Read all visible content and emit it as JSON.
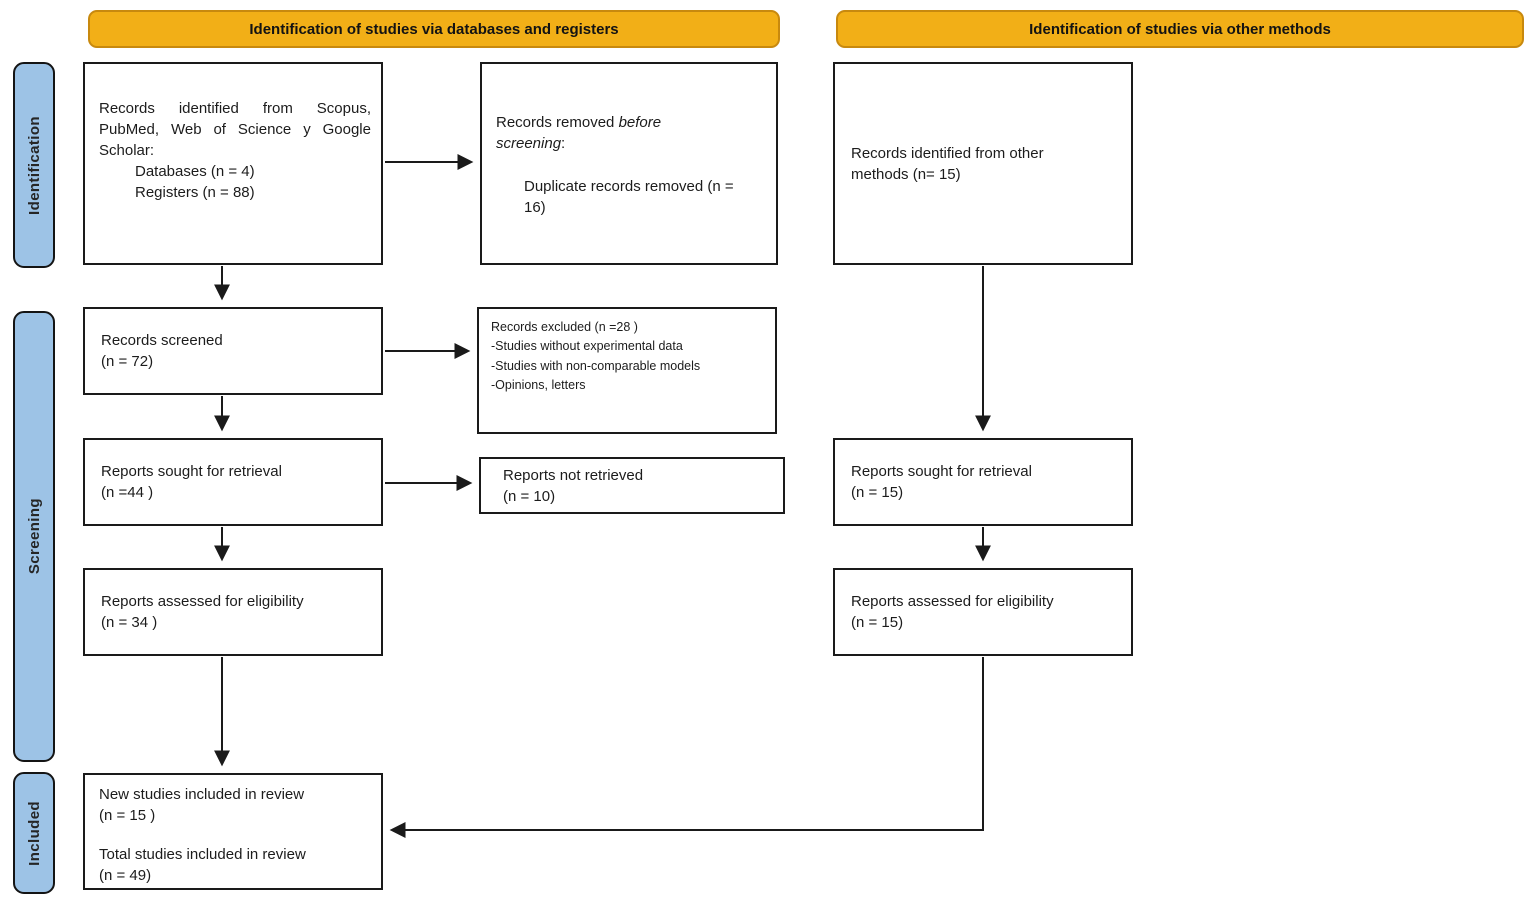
{
  "banners": {
    "left": "Identification of studies via databases and registers",
    "right": "Identification of studies via other methods"
  },
  "stages": {
    "identification": "Identification",
    "screening": "Screening",
    "included": "Included"
  },
  "boxes": {
    "records_identified": {
      "intro": "Records identified from Scopus, PubMed, Web of Science y Google Scholar:",
      "items": [
        "Databases (n = 4)",
        "Registers (n = 88)"
      ]
    },
    "records_removed": {
      "prefix": "Records removed ",
      "italic": "before screening",
      "suffix": ":",
      "detail": "Duplicate records removed  (n = 16)"
    },
    "other_methods": {
      "text": "Records identified from other methods (n= 15)"
    },
    "records_screened": {
      "line1": "Records screened",
      "line2": "(n = 72)"
    },
    "records_excluded": {
      "line1": "Records excluded (n =28 )",
      "items": [
        "-Studies without experimental data",
        "-Studies with non-comparable models",
        "-Opinions, letters"
      ]
    },
    "reports_sought_db": {
      "line1": "Reports sought for retrieval",
      "line2": "(n =44 )"
    },
    "reports_not_retrieved": {
      "line1": "Reports not retrieved",
      "line2": "(n = 10)"
    },
    "reports_sought_other": {
      "line1": "Reports sought for retrieval",
      "line2": "(n = 15)"
    },
    "reports_assessed_db": {
      "line1": "Reports assessed for eligibility",
      "line2": "(n = 34 )"
    },
    "reports_assessed_other": {
      "line1": "Reports assessed for eligibility",
      "line2": "(n = 15)"
    },
    "included": {
      "line1": "New studies included in review",
      "line2": "(n = 15 )",
      "line3": "Total studies included in review",
      "line4": "(n = 49)"
    }
  },
  "colors": {
    "banner_fill": "#F2AF17",
    "banner_border": "#C8890E",
    "stage_fill": "#9DC3E6",
    "box_border": "#1A1A1A",
    "arrow": "#1A1A1A"
  }
}
